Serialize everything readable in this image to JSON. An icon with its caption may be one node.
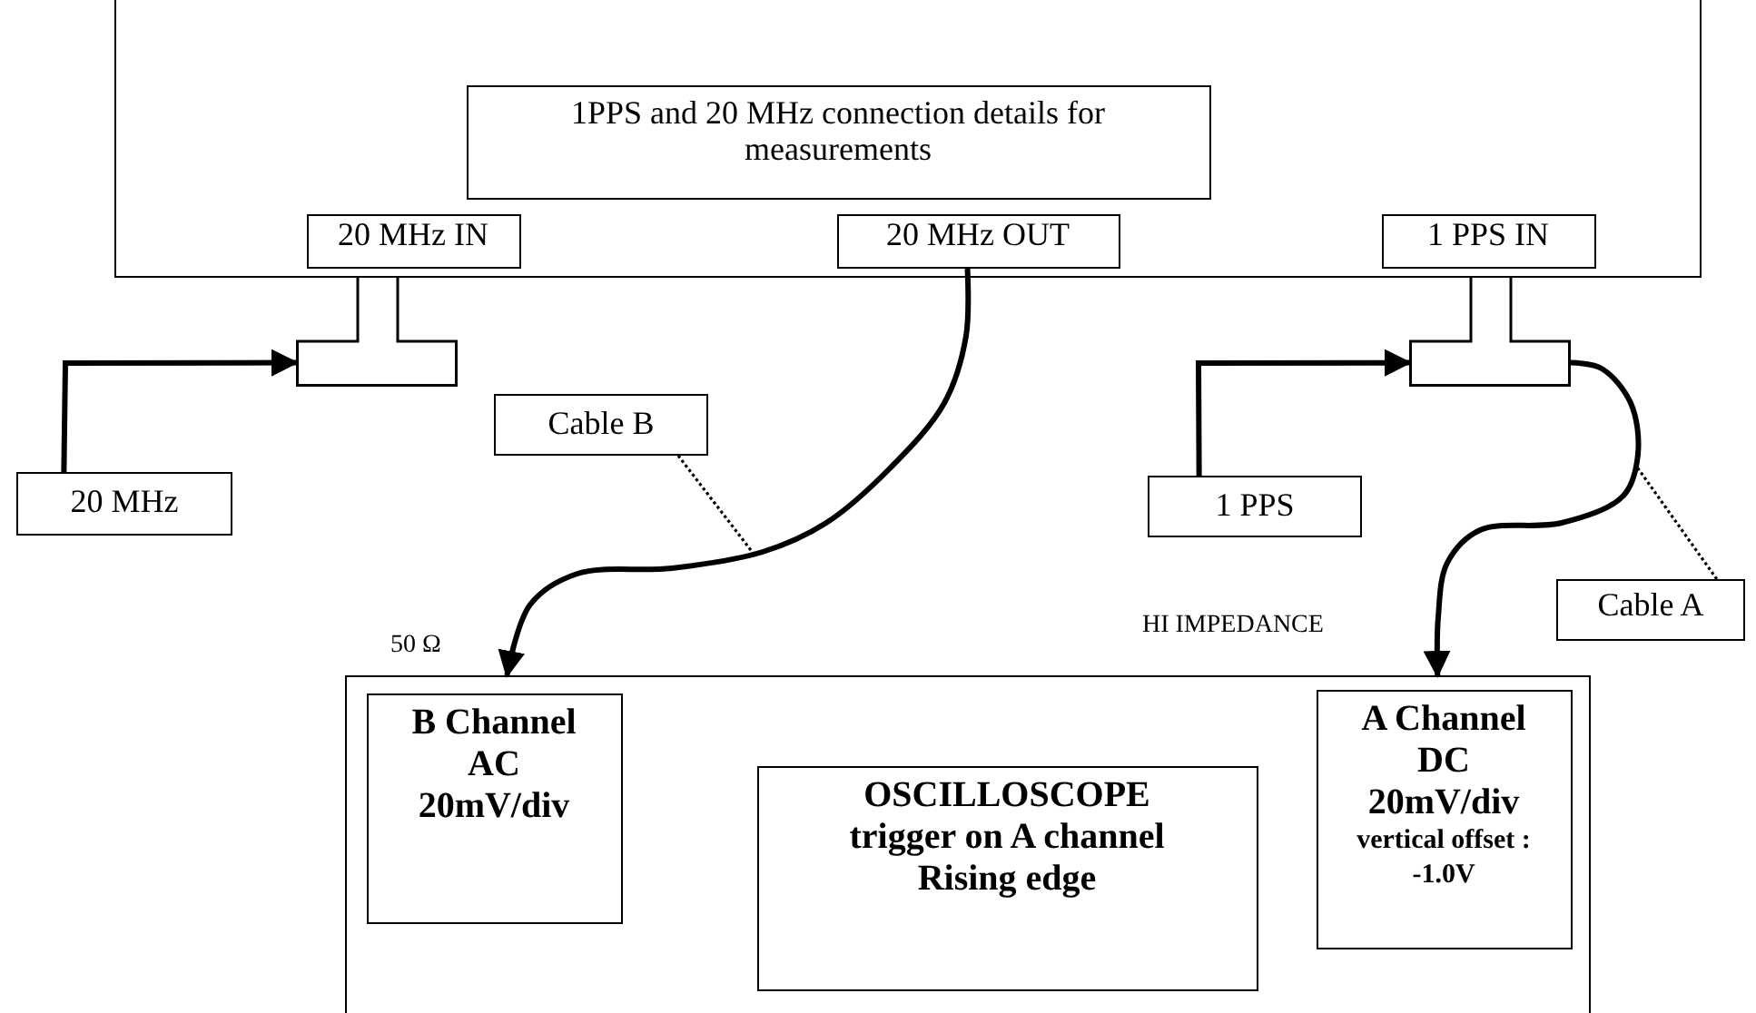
{
  "diagram": {
    "nodes": [
      {
        "text": [],
        "shape": "box"
      },
      {
        "text": [
          "1PPS and 20 MHz connection details for measurements"
        ],
        "in": 0
      },
      {
        "text": [
          "20 MHz IN"
        ],
        "in": 0
      },
      {
        "text": [
          "20 MHz OUT"
        ],
        "in": 0
      },
      {
        "text": [
          "1 PPS IN"
        ],
        "in": 0
      },
      {
        "text": [],
        "shape": "box"
      },
      {
        "text": [],
        "shape": "box"
      },
      {
        "text": [
          "20 MHz"
        ]
      },
      {
        "text": [
          "Cable B"
        ]
      },
      {
        "text": [
          "1 PPS"
        ]
      },
      {
        "text": [
          "Cable A"
        ]
      },
      {
        "text": [],
        "shape": "box"
      },
      {
        "text": [
          "B Channel",
          "AC",
          "20mV/div"
        ],
        "in": 11
      },
      {
        "text": [
          "OSCILLOSCOPE",
          "trigger on A channel",
          "Rising edge"
        ],
        "in": 11
      },
      {
        "text": [
          "A Channel",
          "DC",
          "20mV/div",
          "vertical offset :",
          "-1.0V"
        ],
        "in": 11
      }
    ],
    "edges": [
      {
        "from": 7,
        "to": 5,
        "arrow": "to"
      },
      {
        "from": 9,
        "to": 6,
        "arrow": "to"
      },
      {
        "from": 3,
        "to": 11,
        "arrow": "to"
      },
      {
        "from": 6,
        "to": 11,
        "arrow": "to"
      },
      {
        "from": 8,
        "to": null,
        "arrow": "none",
        "style": "dashed"
      },
      {
        "from": 10,
        "to": null,
        "arrow": "none",
        "style": "dashed"
      }
    ],
    "labels": [
      "50 Ω",
      "HI IMPEDANCE"
    ]
  }
}
